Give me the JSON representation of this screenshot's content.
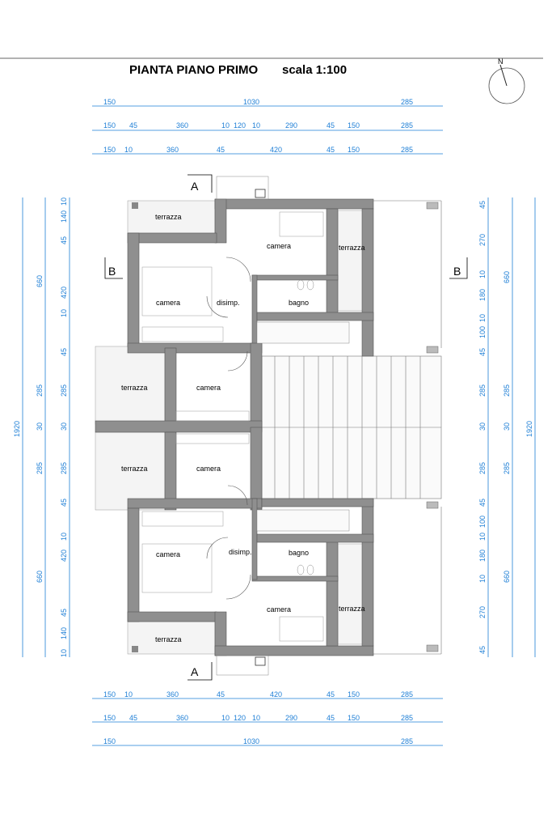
{
  "title": "PIANTA PIANO PRIMO",
  "scale": "scala 1:100",
  "north": "N",
  "section_marks": {
    "a_top": "A",
    "a_bottom": "A",
    "b_left": "B",
    "b_right": "B"
  },
  "rooms": {
    "terrazza_1": "terrazza",
    "terrazza_2": "terrazza",
    "terrazza_3": "terrazza",
    "terrazza_4": "terrazza",
    "terrazza_5": "terrazza",
    "terrazza_6": "terrazza",
    "camera_1": "camera",
    "camera_2": "camera",
    "camera_3": "camera",
    "camera_4": "camera",
    "camera_5": "camera",
    "camera_6": "camera",
    "disimp_1": "disimp.",
    "disimp_2": "disimp.",
    "bagno_1": "bagno",
    "bagno_2": "bagno"
  },
  "dims": {
    "top_row1": [
      "150",
      "1030",
      "285"
    ],
    "top_row2": [
      "150",
      "45",
      "360",
      "10",
      "120",
      "10",
      "290",
      "45",
      "150",
      "285"
    ],
    "top_row3": [
      "150",
      "10",
      "360",
      "45",
      "420",
      "45",
      "150",
      "285"
    ],
    "left_outer": [
      "1920"
    ],
    "left_mid": [
      "660",
      "285",
      "30",
      "285",
      "660"
    ],
    "left_inner": [
      "10",
      "140",
      "45",
      "420",
      "10",
      "45",
      "285",
      "30",
      "285",
      "45",
      "10",
      "420",
      "45",
      "140",
      "10"
    ],
    "right_inner": [
      "45",
      "270",
      "10",
      "180",
      "10",
      "100",
      "45",
      "285",
      "30",
      "285",
      "45",
      "100",
      "10",
      "180",
      "10",
      "270",
      "45"
    ],
    "right_mid": [
      "660",
      "285",
      "30",
      "285",
      "660"
    ],
    "right_outer": [
      "1920"
    ]
  }
}
